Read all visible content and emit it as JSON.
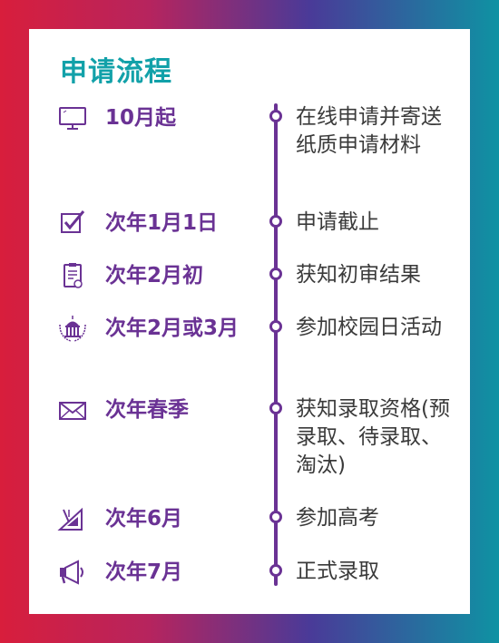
{
  "title": "申请流程",
  "colors": {
    "accent": "#6a3294",
    "title": "#12a1a9",
    "text": "#3a3a3a"
  },
  "steps": [
    {
      "icon": "computer-monitor-icon",
      "date": "10月起",
      "desc": "在线申请并寄送纸质申请材料"
    },
    {
      "icon": "checkbox-check-icon",
      "date": "次年1月1日",
      "desc": "申请截止"
    },
    {
      "icon": "certificate-clipboard-icon",
      "date": "次年2月初",
      "desc": "获知初审结果"
    },
    {
      "icon": "campus-building-emblem-icon",
      "date": "次年2月或3月",
      "desc": "参加校园日活动"
    },
    {
      "icon": "envelope-icon",
      "date": "次年春季",
      "desc": "获知录取资格(预录取、待录取、淘汰)"
    },
    {
      "icon": "geometry-ruler-icon",
      "date": "次年6月",
      "desc": "参加高考"
    },
    {
      "icon": "megaphone-icon",
      "date": "次年7月",
      "desc": "正式录取"
    }
  ]
}
